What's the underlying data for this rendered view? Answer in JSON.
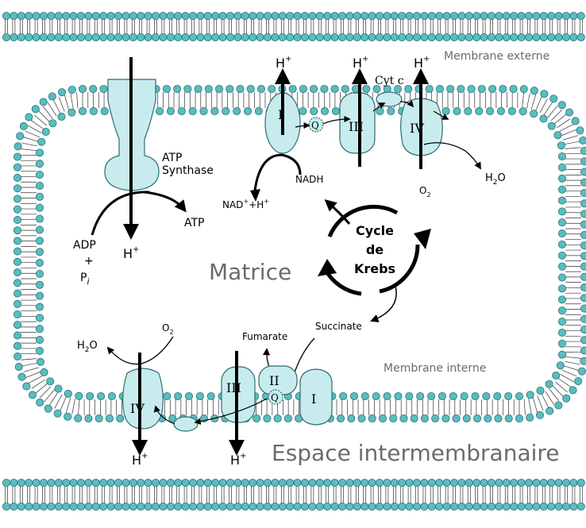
{
  "colors": {
    "head_fill": "#5bbcbf",
    "head_stroke": "#2e7f82",
    "protein_fill": "#c8ecee",
    "protein_stroke": "#2e6c70",
    "label_grey": "#6b6b6b",
    "background": "#ffffff"
  },
  "labels": {
    "membrane_externe": "Membrane externe",
    "membrane_interne": "Membrane interne",
    "matrice": "Matrice",
    "espace": "Espace intermembranaire",
    "atp_synthase_l1": "ATP",
    "atp_synthase_l2": "Synthase",
    "atp": "ATP",
    "adp": "ADP",
    "plus": "+",
    "p": "P",
    "p_sub": "i",
    "h": "H",
    "h_sup": "+",
    "nad": "NAD",
    "nad_tail": "+H",
    "nadh": "NADH",
    "cyt_c": "Cyt c",
    "o2": "O",
    "o2_sub": "2",
    "h2o_h": "H",
    "h2o_sub": "2",
    "h2o_o": "O",
    "krebs_1": "Cycle",
    "krebs_2": "de",
    "krebs_3": "Krebs",
    "fumarate": "Fumarate",
    "succinate": "Succinate",
    "complex_I": "I",
    "complex_II": "II",
    "complex_III": "III",
    "complex_IV": "IV",
    "quinone": "Q"
  }
}
